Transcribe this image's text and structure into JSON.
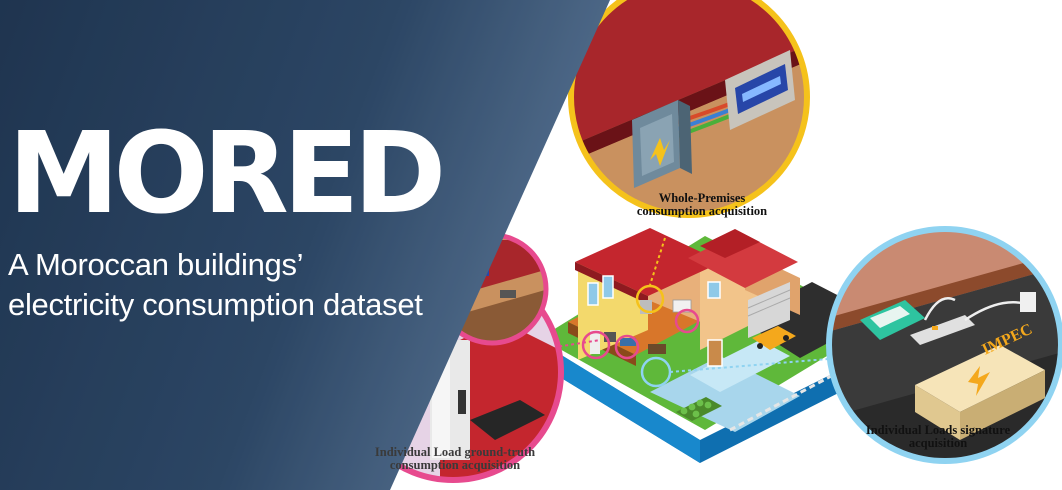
{
  "banner": {
    "title": "MORED",
    "subtitle_line1": "A Moroccan buildings’",
    "subtitle_line2": "electricity consumption dataset"
  },
  "callouts": {
    "whole_premises": {
      "line1": "Whole-Premises",
      "line2": "consumption acquisition"
    },
    "ground_truth": {
      "line1": "Individual Load ground-truth",
      "line2": "consumption acquisition"
    },
    "signature": {
      "line1": "Individual Loads signature",
      "line2": "acquisition"
    }
  },
  "device_label": "IMPEC",
  "colors": {
    "panel_dark": "#1f3550",
    "panel_light": "#5e7a9a",
    "ring_yellow": "#f5c21b",
    "ring_pink": "#e74a8e",
    "ring_blue": "#8fd3f1",
    "wall_orange": "#c9915f",
    "roof_red": "#c4262e"
  }
}
